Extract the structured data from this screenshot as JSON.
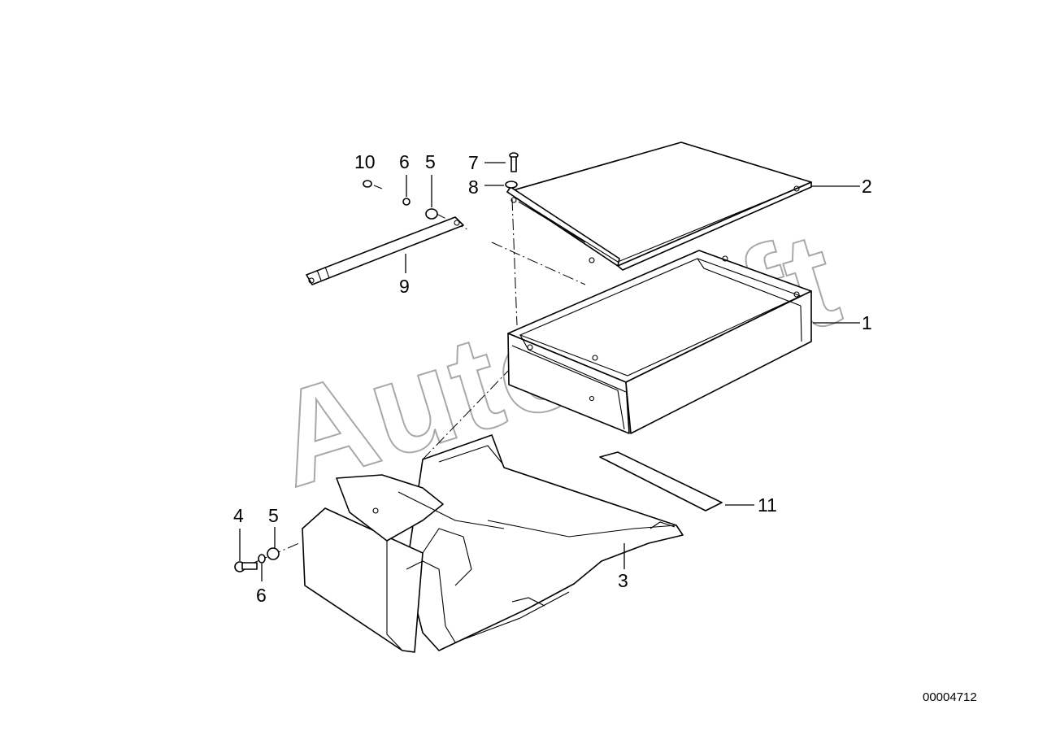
{
  "watermark": "AutoSoft",
  "document_number": "00004712",
  "callouts": {
    "c1": "1",
    "c2": "2",
    "c3": "3",
    "c4": "4",
    "c5_top": "5",
    "c5_bottom": "5",
    "c6_top": "6",
    "c6_bottom": "6",
    "c7": "7",
    "c8": "8",
    "c9": "9",
    "c10": "10",
    "c11": "11"
  },
  "colors": {
    "line": "#000000",
    "background": "#ffffff",
    "watermark": "#a8a8a8"
  }
}
